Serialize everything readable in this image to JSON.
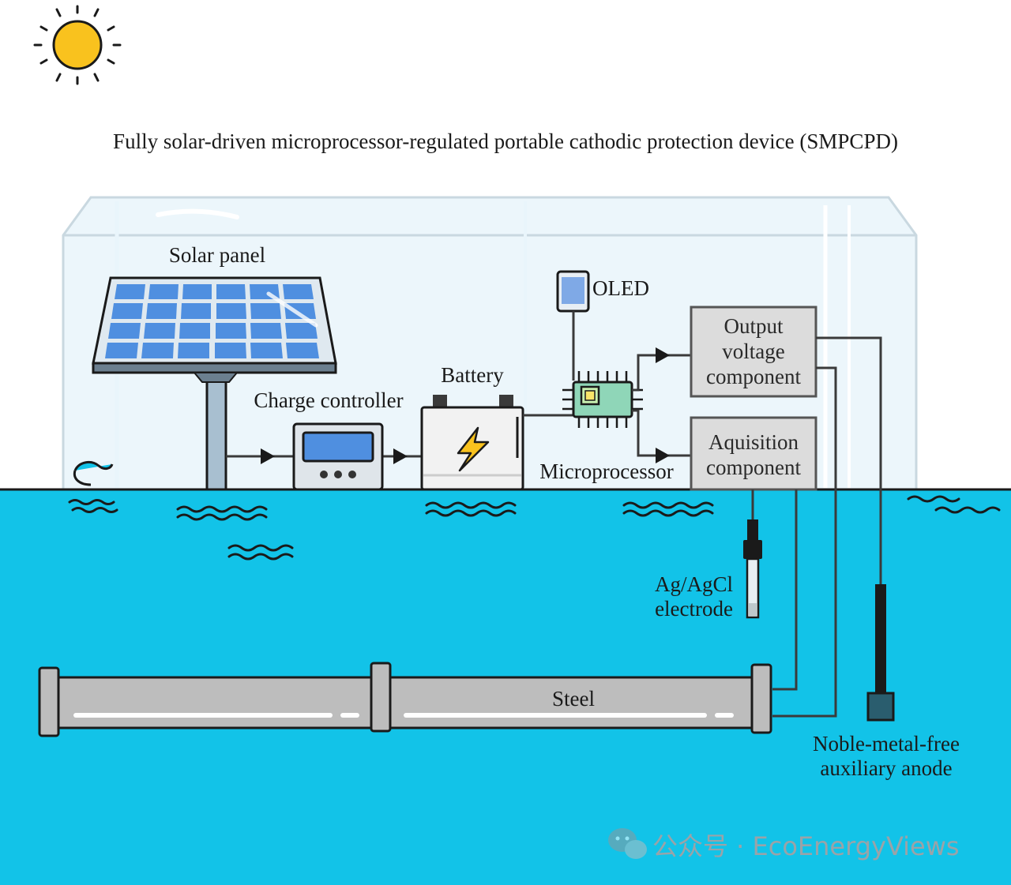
{
  "title": "Fully solar-driven microprocessor-regulated portable cathodic protection device (SMPCPD)",
  "labels": {
    "solar_panel": "Solar panel",
    "charge_controller": "Charge controller",
    "battery": "Battery",
    "oled": "OLED",
    "microprocessor": "Microprocessor",
    "output_voltage": [
      "Output",
      "voltage",
      "component"
    ],
    "acquisition": [
      "Aquisition",
      "component"
    ],
    "electrode": [
      "Ag/AgCl",
      "electrode"
    ],
    "steel": "Steel",
    "anode": [
      "Noble-metal-free",
      "auxiliary anode"
    ]
  },
  "watermark": "公众号 · EcoEnergyViews",
  "icons": [
    "sun-icon",
    "lightning-icon",
    "wave-icon",
    "wechat-icon"
  ],
  "colors": {
    "water": "#12c3e8",
    "enclosure": "#dceff8",
    "solar_cell": "#4f8fe0",
    "sun": "#f9c21e",
    "chip": "#8fd6b8",
    "steel_pipe": "#bdbdbd",
    "box_fill": "#dcdcdc"
  }
}
